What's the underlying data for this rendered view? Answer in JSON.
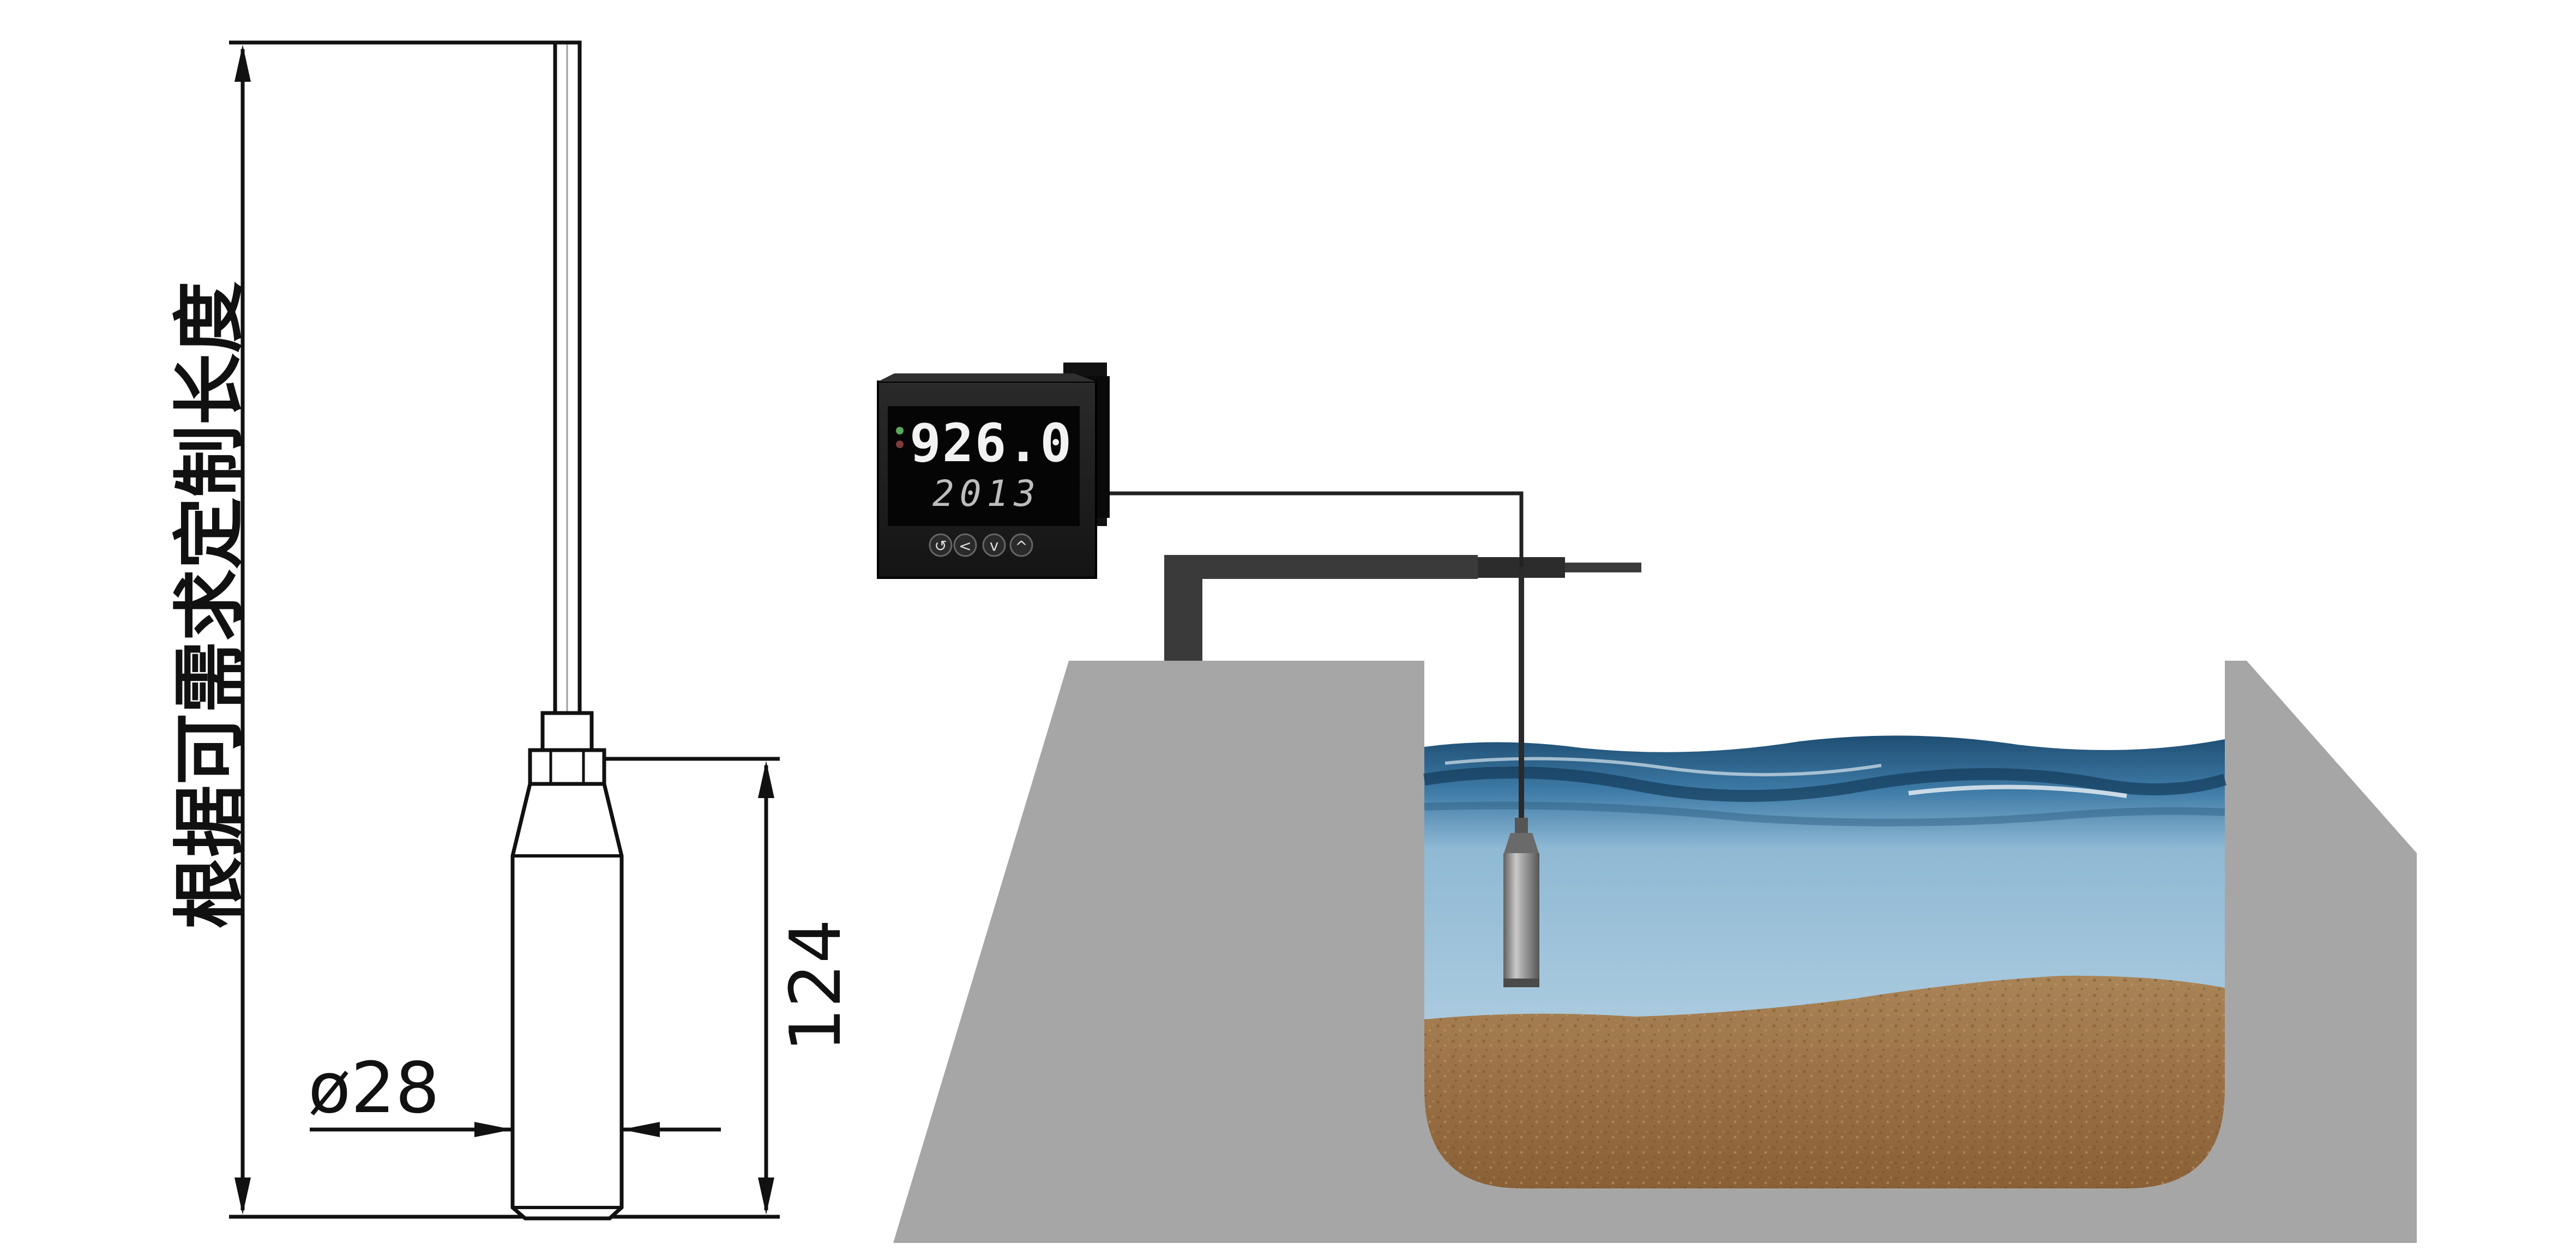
{
  "dimensions": {
    "length_label": "根据可需求定制长度",
    "height_label": "124",
    "diameter_label": "ø28"
  },
  "display": {
    "main_value": "926.0",
    "sub_value": "2013",
    "buttons": [
      "↺",
      "<",
      "v",
      "^"
    ]
  },
  "colors": {
    "line": "#111111",
    "concrete": "#a6a6a6",
    "water_top": "#2f5f84",
    "water_bottom": "#bcd6e6",
    "sediment": "#a07a50",
    "meter_body": "#1c1c1c",
    "lcd_main": "#f2f2f2",
    "lcd_sub": "#c8c8c8",
    "probe": "#8a8a8a"
  }
}
